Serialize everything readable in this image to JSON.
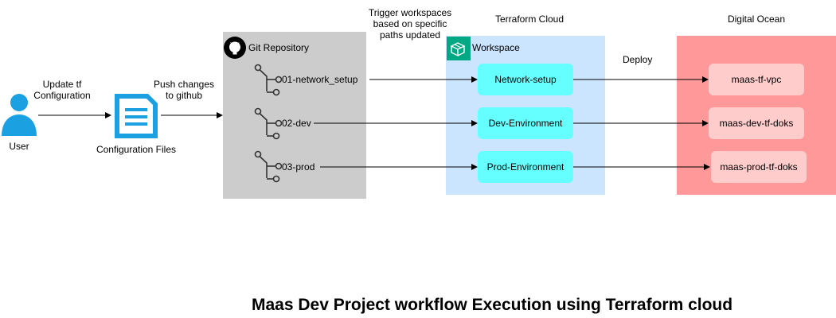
{
  "actor": {
    "label": "User"
  },
  "edges": {
    "update_line1": "Update tf",
    "update_line2": "Configuration",
    "push_line1": "Push changes",
    "push_line2": "to github",
    "trigger_line1": "Trigger workspaces",
    "trigger_line2": "based on specific",
    "trigger_line3": "paths updated",
    "deploy": "Deploy"
  },
  "config_files": {
    "label": "Configuration Files"
  },
  "git": {
    "label": "Git Repository",
    "branches": [
      "01-network_setup",
      "02-dev",
      "03-prod"
    ]
  },
  "terraform": {
    "label": "Terraform Cloud",
    "workspace_label": "Workspace",
    "workspaces": [
      "Network-setup",
      "Dev-Environment",
      "Prod-Environment"
    ]
  },
  "digital_ocean": {
    "label": "Digital Ocean",
    "resources": [
      "maas-tf-vpc",
      "maas-dev-tf-doks",
      "maas-prod-tf-doks"
    ]
  },
  "title": "Maas Dev Project workflow Execution using Terraform cloud",
  "colors": {
    "git_container": "#cccccc",
    "terraform_container": "#cce5ff",
    "workspace_node": "#66ffff",
    "digital_ocean_container": "#ff9999",
    "resource_node": "#ffcccc",
    "user_icon": "#1ba1e2",
    "config_icon": "#1ba1e2",
    "workspace_icon": "#00a884"
  },
  "icons": [
    "user-icon",
    "document-icon",
    "github-icon",
    "branch-icon",
    "terraform-workspace-icon"
  ]
}
